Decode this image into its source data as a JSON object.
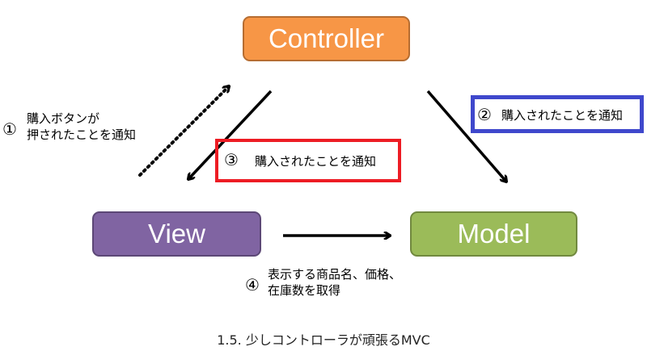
{
  "nodes": {
    "controller": {
      "label": "Controller",
      "color": "#f79646"
    },
    "view": {
      "label": "View",
      "color": "#8064a2"
    },
    "model": {
      "label": "Model",
      "color": "#9bbb59"
    }
  },
  "notes": {
    "note1": {
      "number": "①",
      "lines": [
        "購入ボタンが",
        "押されたことを通知"
      ]
    },
    "note2": {
      "number": "②",
      "text": "購入されたことを通知",
      "border_color": "#3f48cc"
    },
    "note3": {
      "number": "③",
      "text": "購入されたことを通知",
      "border_color": "#ed1c24"
    },
    "note4": {
      "number": "④",
      "lines": [
        "表示する商品名、価格、",
        "在庫数を取得"
      ]
    }
  },
  "arrows": [
    {
      "from": "view",
      "to": "controller",
      "style": "dotted",
      "note": "note1"
    },
    {
      "from": "controller",
      "to": "model",
      "style": "solid",
      "note": "note2"
    },
    {
      "from": "controller",
      "to": "view",
      "style": "solid",
      "note": "note3"
    },
    {
      "from": "view",
      "to": "model",
      "style": "solid",
      "note": "note4"
    }
  ],
  "caption": "1.5. 少しコントローラが頑張るMVC"
}
